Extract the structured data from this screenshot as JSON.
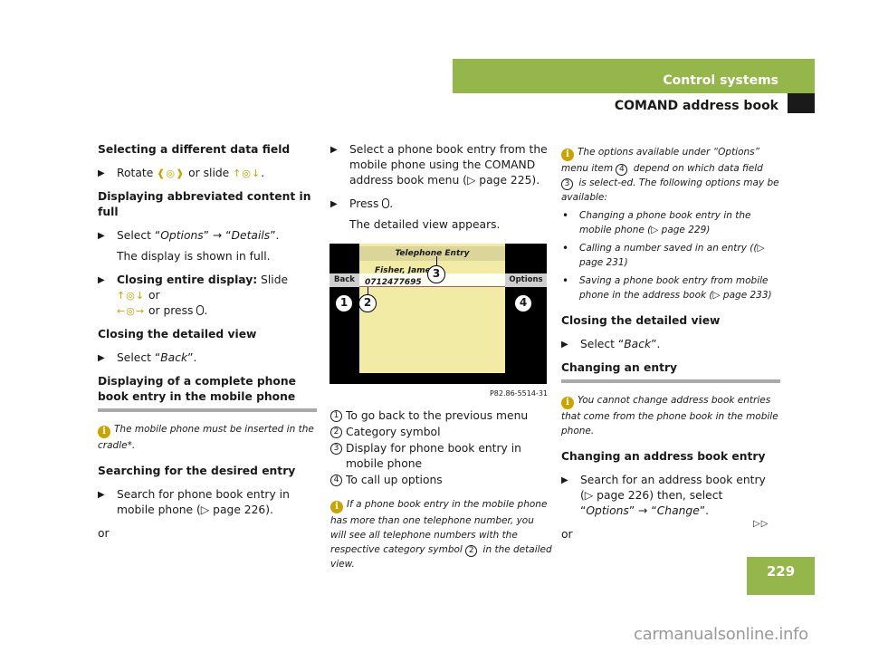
{
  "header": {
    "section": "Control systems",
    "subsection": "COMAND address book",
    "page_number": "229"
  },
  "col1": {
    "h_select_field": "Selecting a different data field",
    "rotate_pre": "Rotate ",
    "rotate_sym": "❰◎❱",
    "rotate_mid": " or slide ",
    "slide_sym": "↑◎↓",
    "rotate_post": ".",
    "h_abbrev": "Displaying abbreviated content in full",
    "select_pre": "Select “",
    "options": "Options",
    "arrow": "” → “",
    "details": "Details",
    "select_post": "”.",
    "shown_full": "The display is shown in full.",
    "closing_label": "Closing entire display:",
    "closing_slide": " Slide ",
    "closing_slide_sym": "↑◎↓",
    "closing_or": " or",
    "closing_sym2": "←◎→",
    "closing_press": " or press ",
    "closing_post": ".",
    "h_close_detail": "Closing the detailed view",
    "back_pre": "Select “",
    "back": "Back",
    "back_post": "”.",
    "h_display_complete": "Displaying of a complete phone book entry in the mobile phone",
    "info_cradle": "The mobile phone must be inserted in the cradle*.",
    "h_search": "Searching for the desired entry",
    "search_step": "Search for phone book entry in mobile phone (▷ page 226).",
    "or": "or"
  },
  "col2": {
    "step_select": "Select a phone book entry from the mobile phone using the COMAND address book menu (▷ page 225).",
    "press_pre": "Press ",
    "press_post": ".",
    "detail_appears": "The detailed view appears.",
    "figure": {
      "title": "Telephone Entry",
      "name": "Fisher, James",
      "number": "0712477695",
      "back_btn": "Back",
      "options_btn": "Options",
      "callouts": [
        "1",
        "2",
        "3",
        "4"
      ],
      "caption": "P82.86-5514-31"
    },
    "legend": [
      {
        "n": "1",
        "text": "To go back to the previous menu"
      },
      {
        "n": "2",
        "text": "Category symbol"
      },
      {
        "n": "3",
        "text": "Display for phone book entry in mobile phone"
      },
      {
        "n": "4",
        "text": "To call up options"
      }
    ],
    "info_pre": "If a phone book entry in the mobile phone has more than one telephone number, you will see all telephone numbers with the respective category symbol ",
    "info_num": "2",
    "info_post": " in the detailed view."
  },
  "col3": {
    "info_a": "The options available under “Options” menu item ",
    "info_n4": "4",
    "info_b": " depend on which data field ",
    "info_n3": "3",
    "info_c": " is select-ed. The following options may be available:",
    "bullets": [
      "Changing a phone book entry in the mobile phone (▷ page 229)",
      "Calling a number saved in an entry ((▷ page 231)",
      "Saving a phone book entry from mobile phone in the address book (▷ page 233)"
    ],
    "h_close_detail": "Closing the detailed view",
    "back_pre": "Select “",
    "back": "Back",
    "back_post": "”.",
    "h_changing": "Changing an entry",
    "info_cannot": "You cannot change address book entries that come from the phone book in the mobile phone.",
    "h_change_addr": "Changing an address book entry",
    "search_pre": "Search for an address book entry (▷ page 226) then, select “",
    "options": "Options",
    "arrow": "” → “",
    "change": "Change",
    "search_post": "”.",
    "or": "or",
    "continue": "▷▷"
  },
  "watermark": "carmanualsonline.info"
}
